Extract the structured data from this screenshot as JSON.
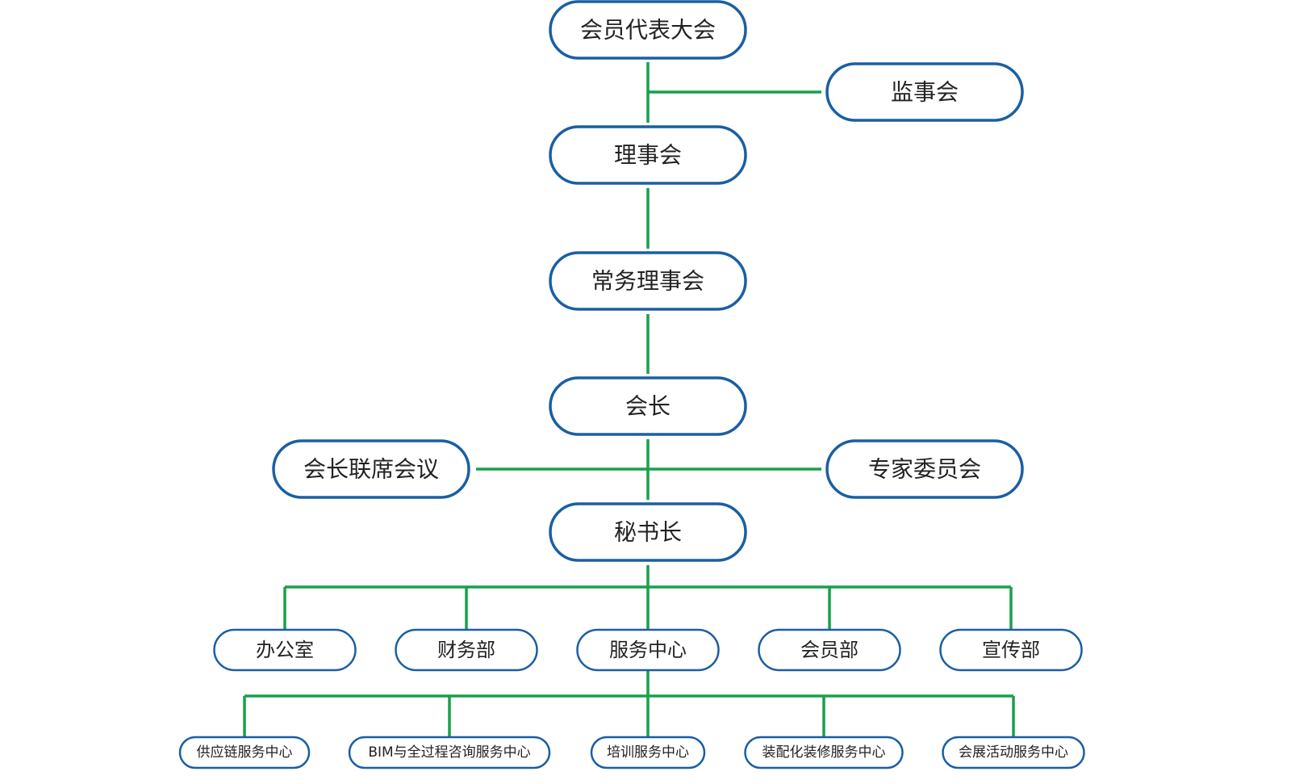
{
  "diagram": {
    "type": "org-chart",
    "colors": {
      "node_border": "#1a5fa3",
      "connector": "#18a04a",
      "text": "#222222",
      "background": "#ffffff"
    },
    "nodes": [
      {
        "id": "member-congress",
        "label": "会员代表大会"
      },
      {
        "id": "supervisory-board",
        "label": "监事会"
      },
      {
        "id": "council",
        "label": "理事会"
      },
      {
        "id": "standing-council",
        "label": "常务理事会"
      },
      {
        "id": "president",
        "label": "会长"
      },
      {
        "id": "presidents-joint-meeting",
        "label": "会长联席会议"
      },
      {
        "id": "expert-committee",
        "label": "专家委员会"
      },
      {
        "id": "secretary-general",
        "label": "秘书长"
      },
      {
        "id": "office",
        "label": "办公室"
      },
      {
        "id": "finance-dept",
        "label": "财务部"
      },
      {
        "id": "service-center",
        "label": "服务中心"
      },
      {
        "id": "membership-dept",
        "label": "会员部"
      },
      {
        "id": "publicity-dept",
        "label": "宣传部"
      },
      {
        "id": "supply-chain-center",
        "label": "供应链服务中心"
      },
      {
        "id": "bim-consulting-center",
        "label": "BIM与全过程咨询服务中心"
      },
      {
        "id": "training-center",
        "label": "培训服务中心"
      },
      {
        "id": "prefab-decoration-center",
        "label": "装配化装修服务中心"
      },
      {
        "id": "exhibition-center",
        "label": "会展活动服务中心"
      }
    ]
  }
}
